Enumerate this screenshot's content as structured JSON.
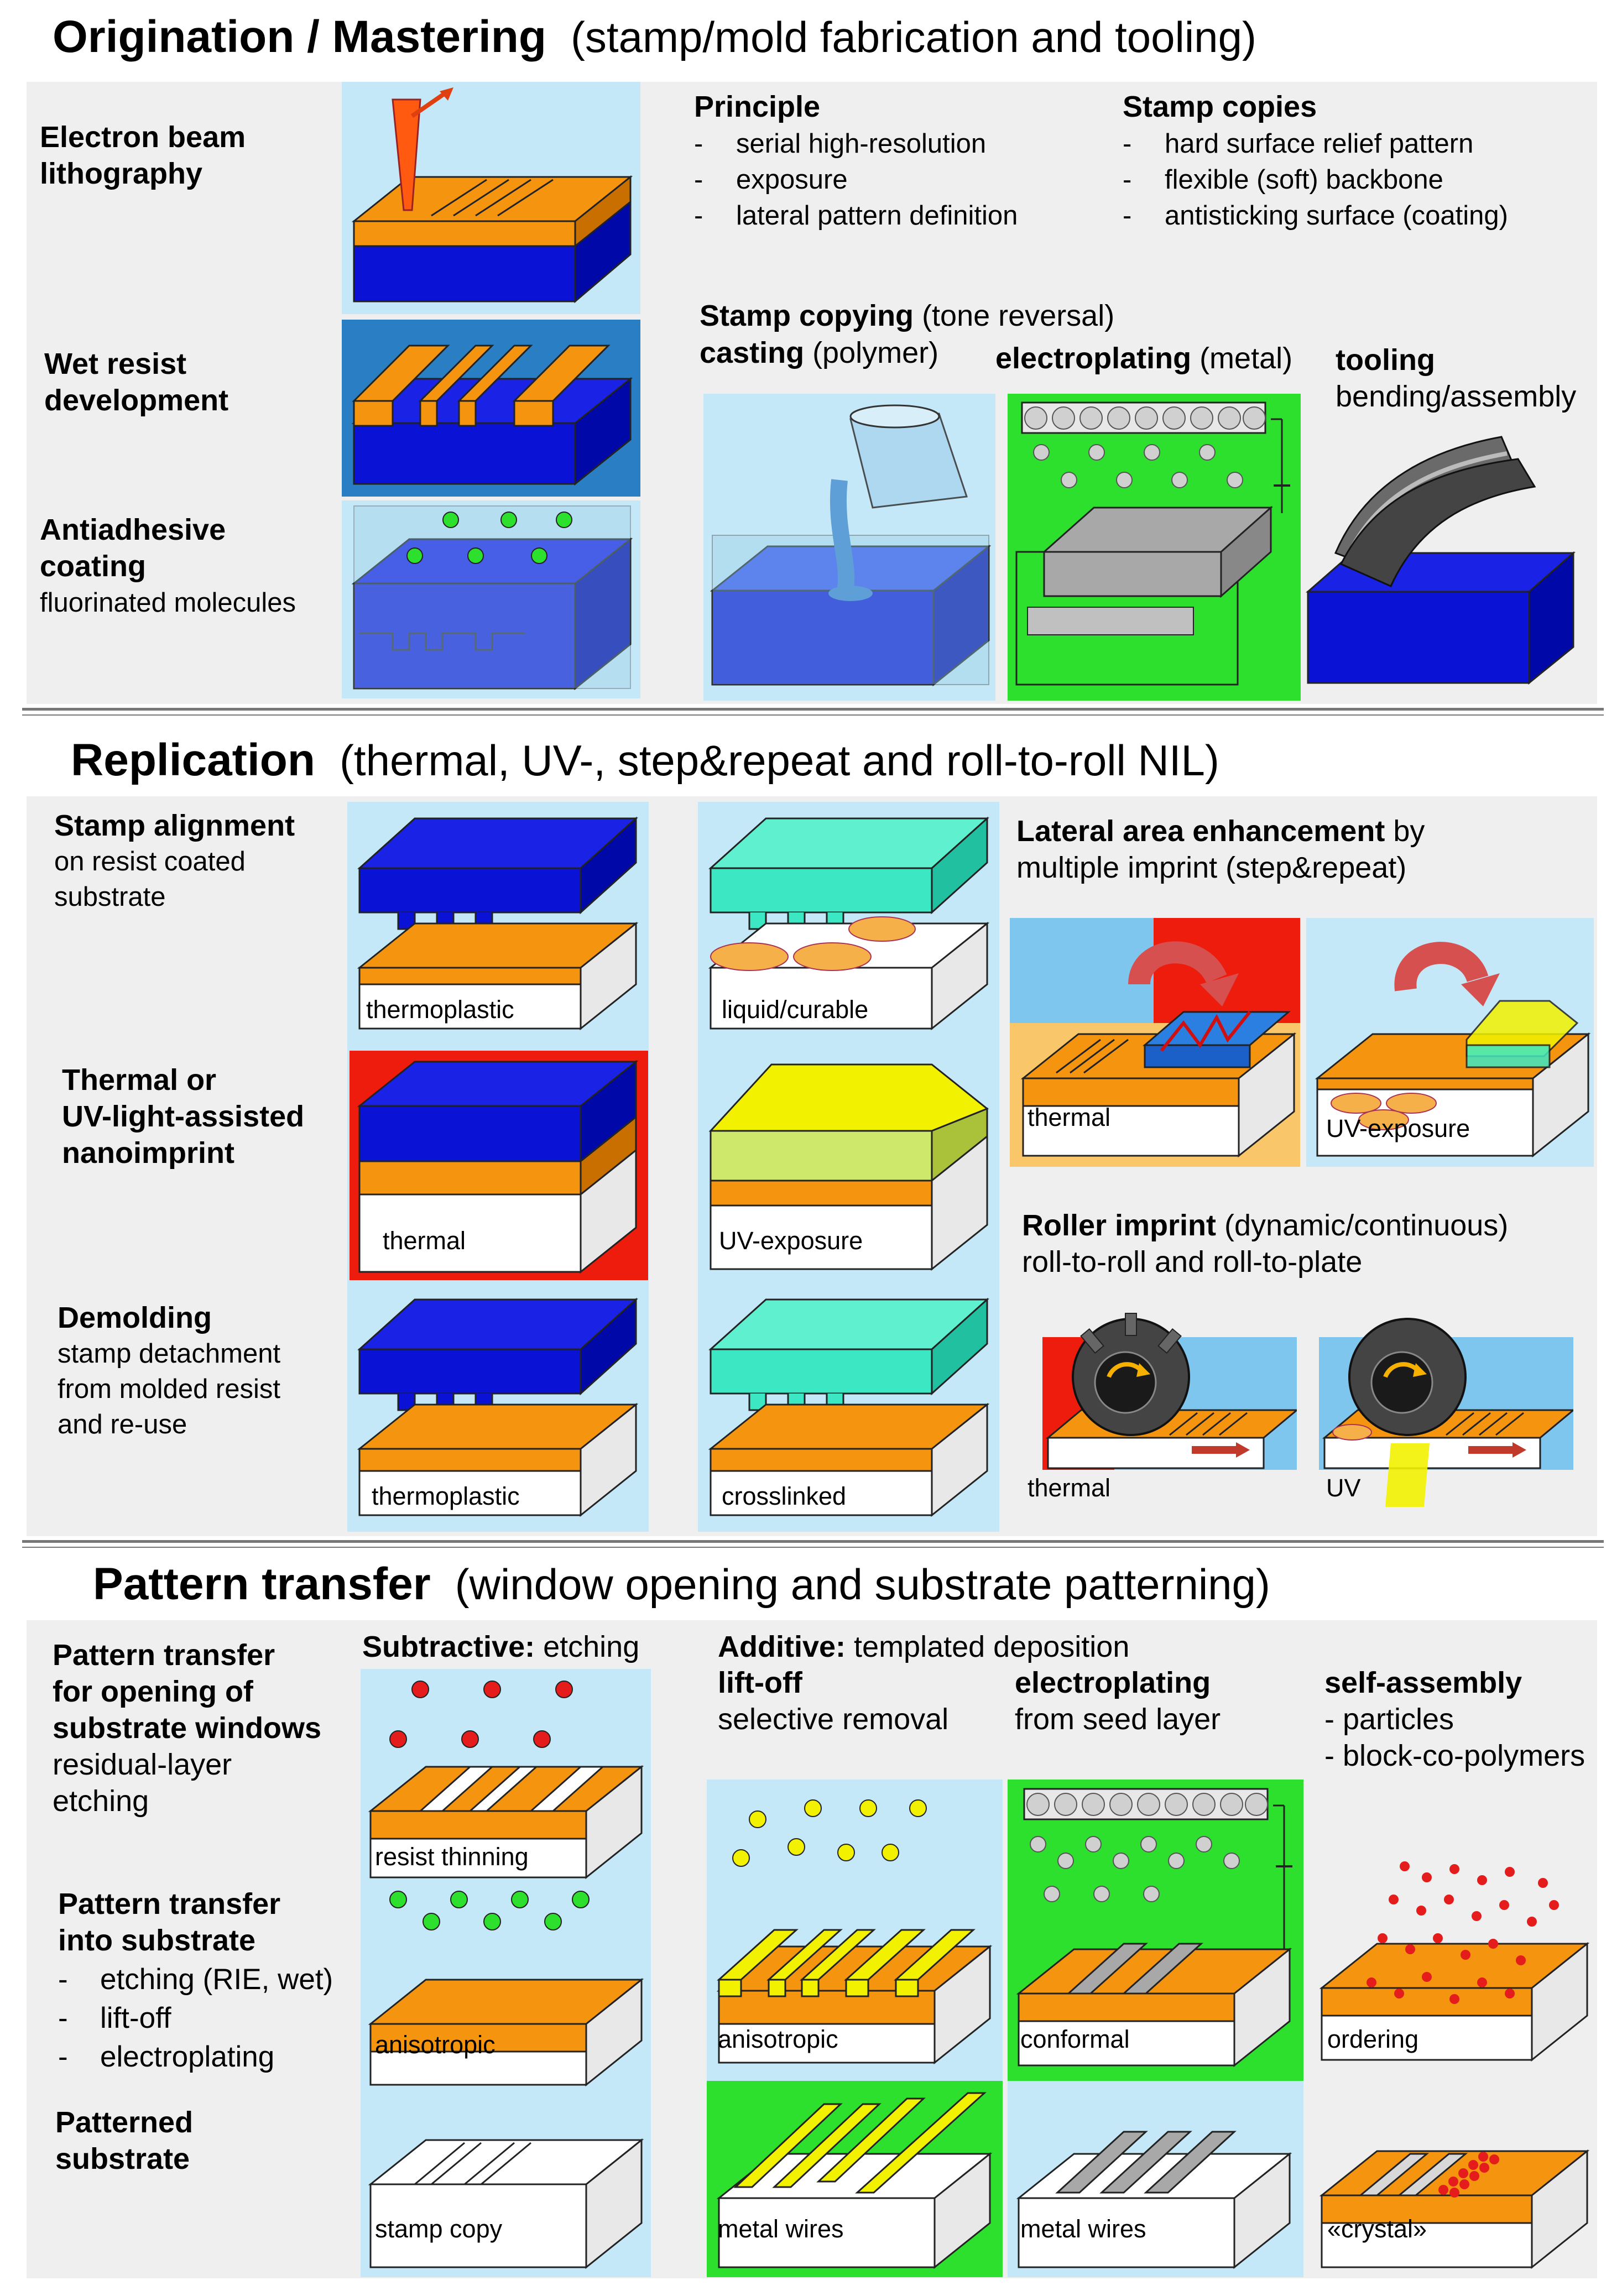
{
  "sections": {
    "origination": {
      "title": "Origination / Mastering",
      "subtitle": "(stamp/mold fabrication and tooling)"
    },
    "replication": {
      "title": "Replication",
      "subtitle": "(thermal, UV-, step&repeat and roll-to-roll NIL)"
    },
    "transfer": {
      "title": "Pattern transfer",
      "subtitle": "(window opening and substrate patterning)"
    }
  },
  "origination": {
    "ebl": {
      "line1": "Electron beam",
      "line2": "lithography"
    },
    "wet": {
      "line1": "Wet resist",
      "line2": "development"
    },
    "anti": {
      "line1": "Antiadhesive",
      "line2": "coating",
      "line3": "fluorinated molecules"
    },
    "principle": {
      "title": "Principle",
      "items": [
        "serial high-resolution",
        "lateral pattern definition"
      ],
      "item1_cont": "exposure"
    },
    "stamp_copies": {
      "title": "Stamp copies",
      "items": [
        "hard surface relief pattern",
        "flexible (soft) backbone",
        "antisticking surface (coating)"
      ]
    },
    "copying": {
      "bold": "Stamp copying",
      "normal": "(tone reversal)"
    },
    "casting": {
      "bold": "casting",
      "normal": "(polymer)"
    },
    "electroplating": {
      "bold": "electroplating",
      "normal": "(metal)"
    },
    "tooling": {
      "bold": "tooling",
      "line2": "bending/assembly"
    }
  },
  "replication": {
    "align": {
      "line1": "Stamp alignment",
      "line2": "on resist coated",
      "line3": "substrate"
    },
    "thermal_uv": {
      "line1": "Thermal or",
      "line2": "UV-light-assisted",
      "line3": "nanoimprint"
    },
    "demold": {
      "line1": "Demolding",
      "line2": "stamp detachment",
      "line3": "from molded resist",
      "line4": "and re-use"
    },
    "tags": {
      "thermoplastic": "thermoplastic",
      "thermal": "thermal",
      "thermoplastic2": "thermoplastic",
      "liquid": "liquid/curable",
      "uv_exposure": "UV-exposure",
      "crosslinked": "crosslinked",
      "sr_thermal": "thermal",
      "sr_uv": "UV-exposure",
      "roll_thermal": "thermal",
      "roll_uv": "UV"
    },
    "lateral": {
      "bold": "Lateral area enhancement",
      "normal": "by",
      "line2": "multiple  imprint  (step&repeat)"
    },
    "roller": {
      "bold": "Roller imprint",
      "normal": "(dynamic/continuous)",
      "line2": "roll-to-roll and roll-to-plate"
    }
  },
  "transfer": {
    "windows": {
      "line1": "Pattern transfer",
      "line2": "for opening of",
      "line3": "substrate windows",
      "line4": "residual-layer",
      "line5": "etching"
    },
    "into": {
      "line1": "Pattern transfer",
      "line2": "into substrate",
      "items": [
        "etching (RIE, wet)",
        "lift-off",
        "electroplating"
      ]
    },
    "patterned": {
      "line1": "Patterned",
      "line2": "substrate"
    },
    "subtractive": {
      "bold": "Subtractive:",
      "normal": "etching"
    },
    "additive": {
      "bold": "Additive:",
      "normal": "templated  deposition"
    },
    "liftoff": {
      "bold": "lift-off",
      "line2": "selective removal"
    },
    "electro": {
      "bold": "electroplating",
      "line2": "from seed layer"
    },
    "selfassembly": {
      "bold": "self-assembly",
      "items": [
        "- particles",
        "- block-co-polymers"
      ]
    },
    "tags": {
      "resist_thinning": "resist thinning",
      "anisotropic": "anisotropic",
      "stamp_copy": "stamp copy",
      "anisotropic2": "anisotropic",
      "metal_wires": "metal wires",
      "conformal": "conformal",
      "metal_wires2": "metal wires",
      "ordering": "ordering",
      "crystal": "«crystal»"
    }
  },
  "colors": {
    "stamp_blue": "#0a12d6",
    "resist_orange": "#f5950f",
    "uv_yellow": "#f2f200",
    "light_blue_bg": "#c4e8f7",
    "green_bg": "#2de02d",
    "red_bg": "#ee1c0c",
    "cyan_stamp": "#3ce8c4",
    "gray_metal": "#a8a8a8"
  }
}
